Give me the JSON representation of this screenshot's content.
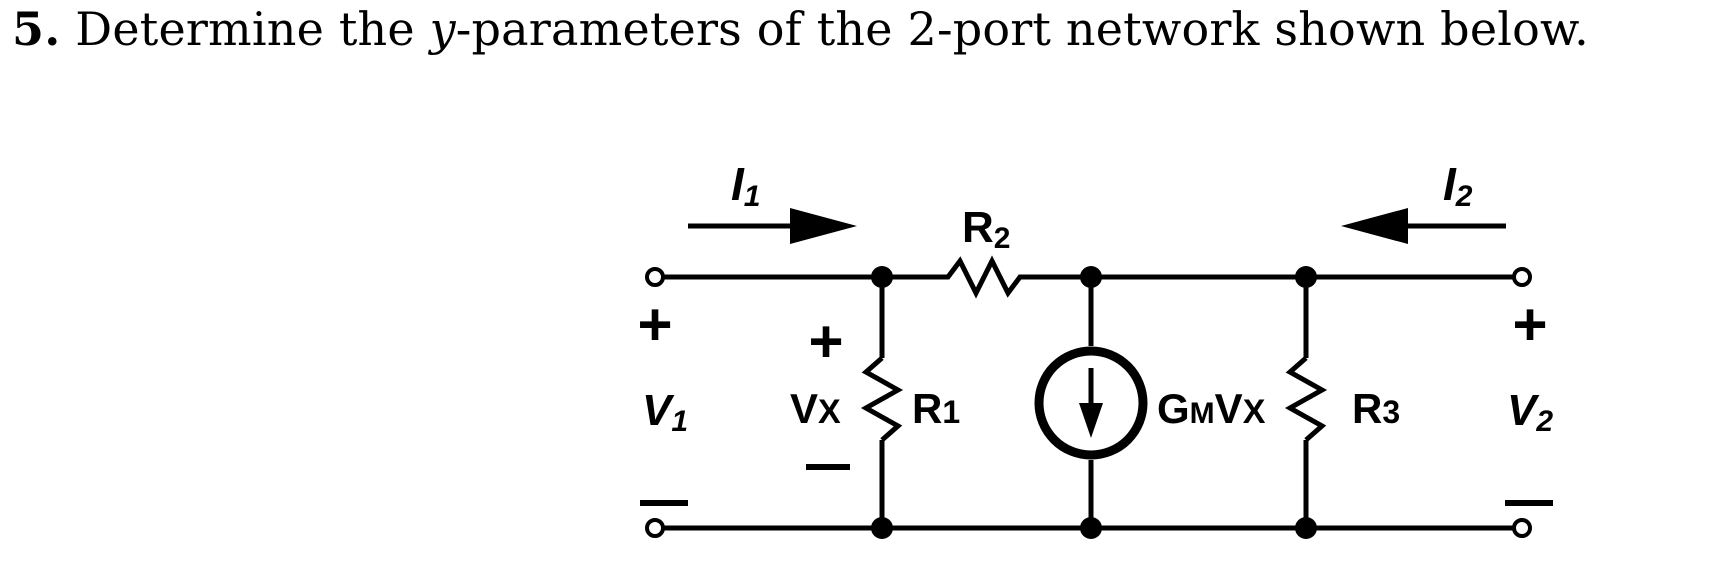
{
  "problem": {
    "number": "5.",
    "text_before": "Determine the ",
    "variable": "y",
    "text_after": "-parameters of the 2-port network shown below."
  },
  "circuit": {
    "current_1": {
      "main": "I",
      "sub": "1"
    },
    "current_2": {
      "main": "I",
      "sub": "2"
    },
    "r2": {
      "main": "R",
      "sub": "2"
    },
    "r1": {
      "main": "R",
      "sub": "1"
    },
    "r3": {
      "main": "R",
      "sub": "3"
    },
    "vx": {
      "main": "V",
      "sub": "X"
    },
    "source": {
      "g": "G",
      "m": "M",
      "v": "V",
      "x": "X"
    },
    "v1": {
      "main": "V",
      "sub": "1"
    },
    "v2": {
      "main": "V",
      "sub": "2"
    },
    "plus": "+",
    "minus": "−"
  }
}
